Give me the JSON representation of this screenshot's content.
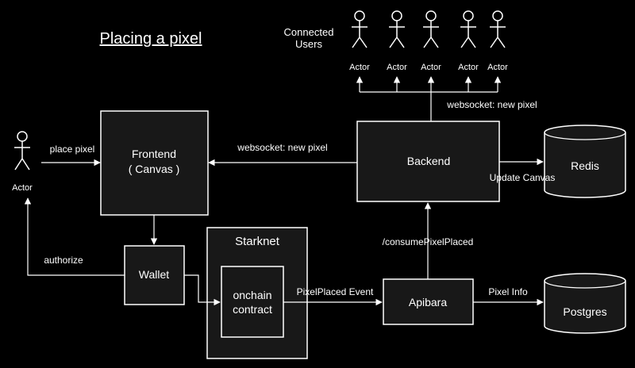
{
  "title": "Placing a pixel",
  "connected_users_label": [
    "Connected",
    "Users"
  ],
  "actors": {
    "left": "Actor",
    "top": [
      "Actor",
      "Actor",
      "Actor",
      "Actor",
      "Actor"
    ]
  },
  "nodes": {
    "frontend": [
      "Frontend",
      "( Canvas )"
    ],
    "wallet": "Wallet",
    "starknet": "Starknet",
    "onchain_contract": [
      "onchain",
      "contract"
    ],
    "backend": "Backend",
    "apibara": "Apibara",
    "redis": "Redis",
    "postgres": "Postgres"
  },
  "edges": {
    "place_pixel": "place pixel",
    "websocket_frontend": "websocket: new pixel",
    "websocket_users": "websocket: new pixel",
    "authorize": "authorize",
    "update_canvas": "Update Canvas",
    "consume": "/consumePixelPlaced",
    "pixel_placed_event": "PixelPlaced Event",
    "pixel_info": "Pixel Info"
  },
  "colors": {
    "background": "#000000",
    "box_fill": "#181818",
    "stroke": "#ffffff",
    "text": "#ffffff"
  }
}
